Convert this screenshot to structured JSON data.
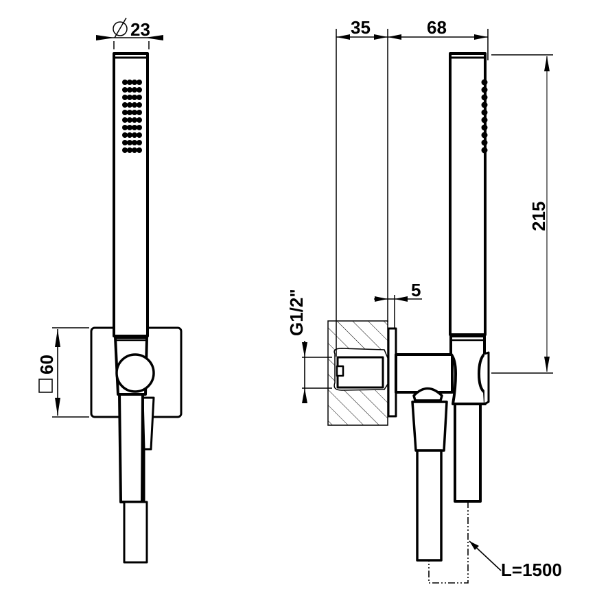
{
  "drawing": {
    "title": "Hand shower set with wall outlet and holder - technical drawing",
    "units": "mm",
    "line_color": "#000000",
    "background": "#ffffff"
  },
  "views": {
    "front": {
      "dimensions": {
        "diameter": {
          "symbol": "Ø",
          "value": "23"
        },
        "plate_square": {
          "symbol": "□",
          "value": "60"
        }
      },
      "spray_nozzles": {
        "rows": 10,
        "columns": 4
      }
    },
    "side": {
      "dimensions": {
        "wall_depth": "35",
        "projection": "68",
        "height": "215",
        "plate_thickness": "5",
        "thread": "G1/2\"",
        "hose_length": "L=1500"
      },
      "spray_nozzles": {
        "rows": 10,
        "columns": 1
      }
    }
  }
}
